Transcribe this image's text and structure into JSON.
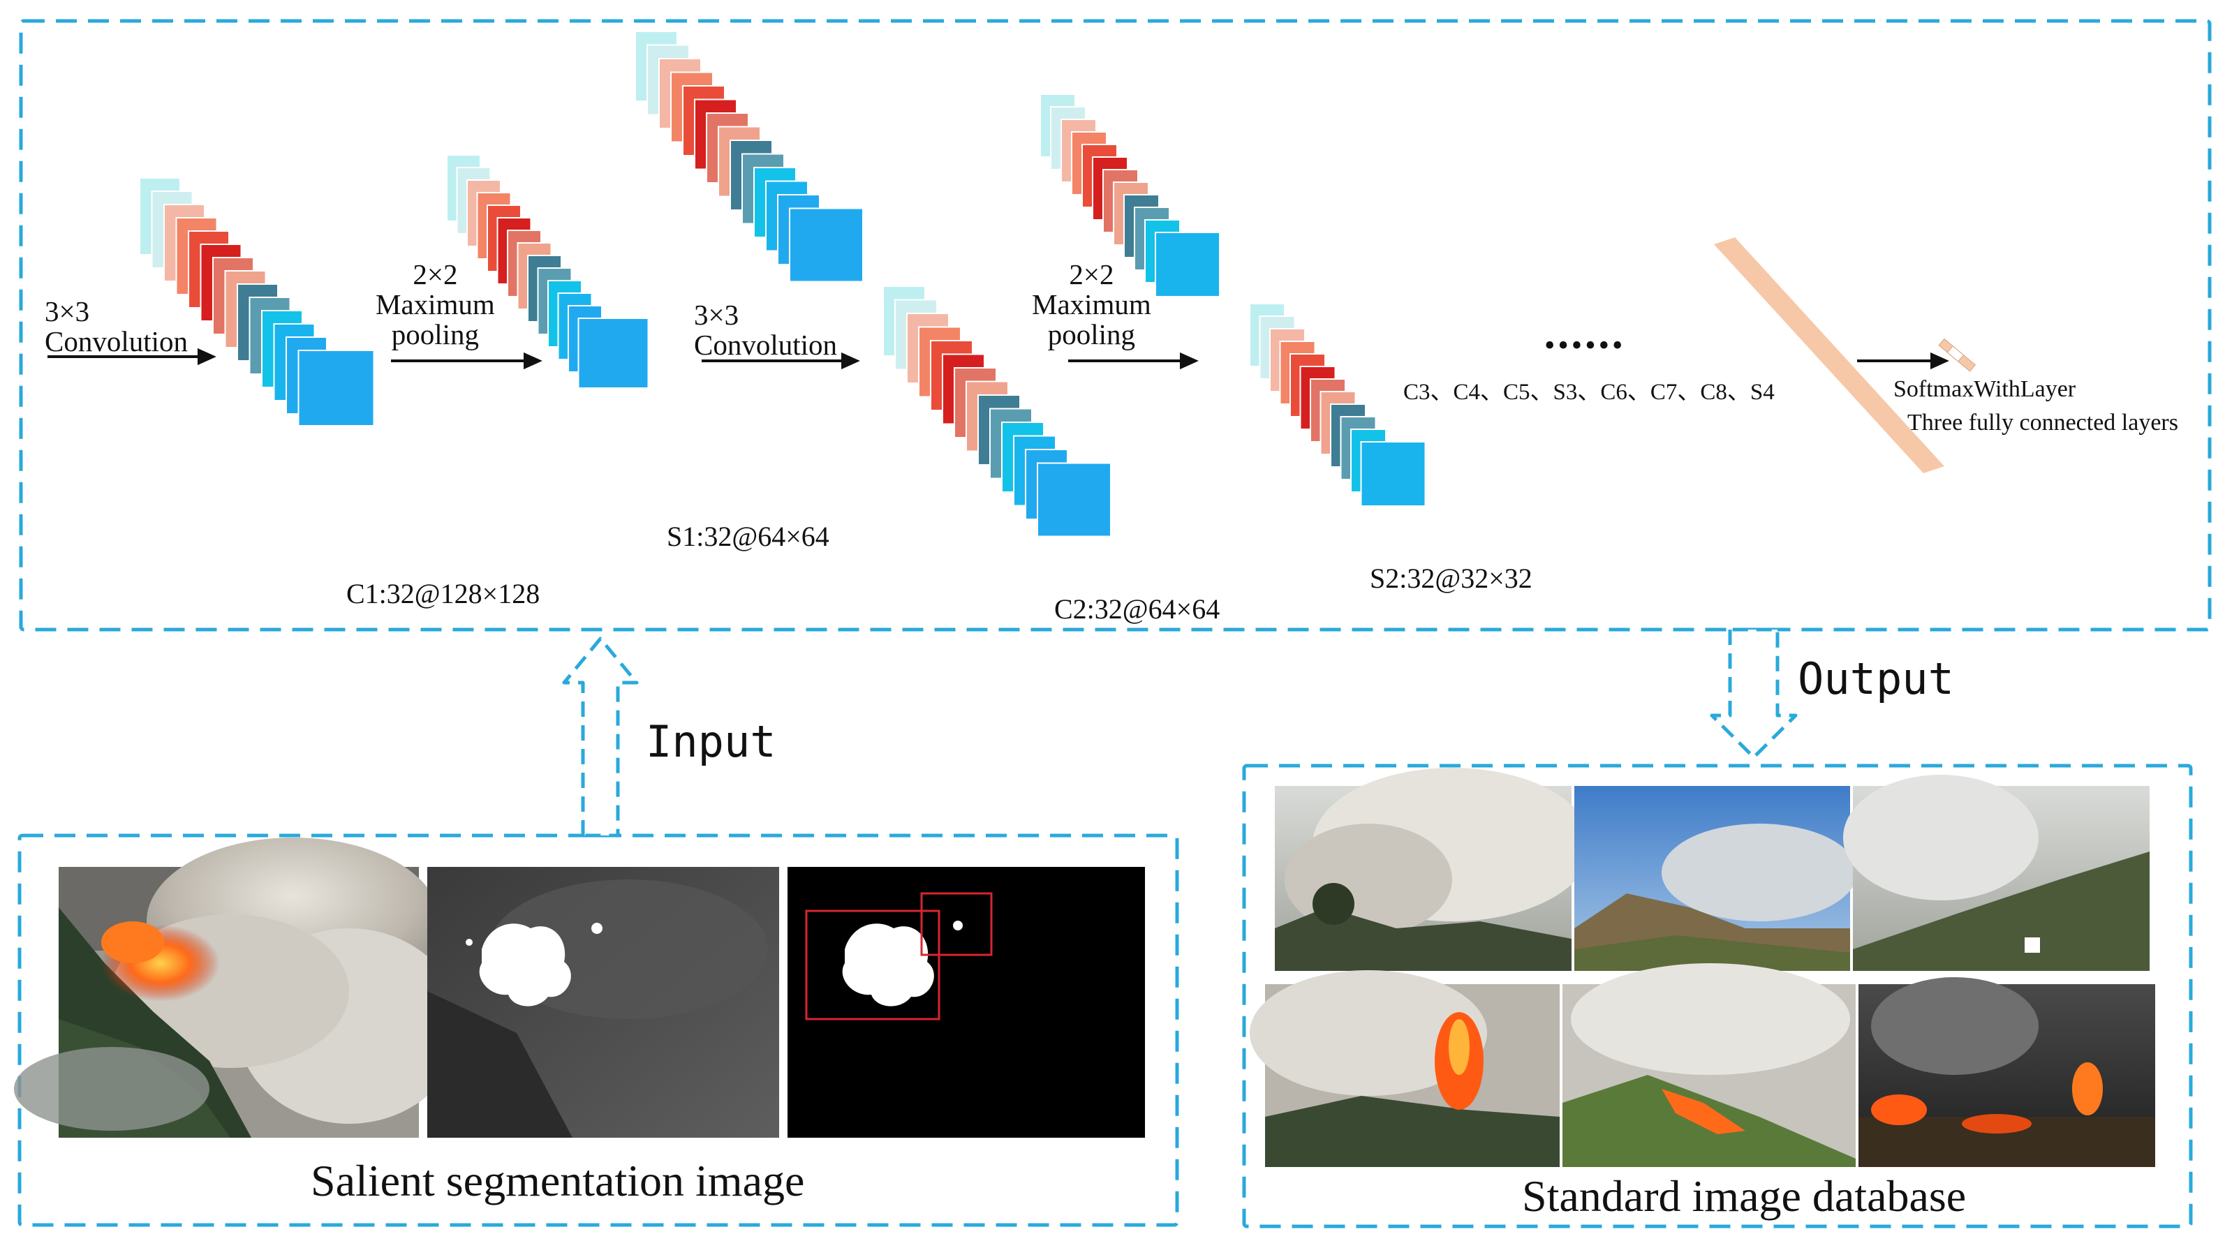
{
  "colors": {
    "dashed_border": "#29A9DB",
    "arrow_fill": "#ffffff",
    "layer_palette": [
      "#BDEFF1",
      "#CFEEEF",
      "#F5B7A5",
      "#F48466",
      "#E94D3A",
      "#D61F1F",
      "#E27465",
      "#F0A38C",
      "#3F7D94",
      "#5B9DB0",
      "#13C2E8",
      "#19B4EE",
      "#21A9F0"
    ],
    "fc_bar": "#F6C8A8",
    "bbox_red": "#D7262E"
  },
  "network": {
    "op_conv1": "3×3\nConvolution",
    "op_pool1": "2×2\nMaximum\npooling",
    "op_conv2": "3×3\nConvolution",
    "op_pool2": "2×2\nMaximum\npooling",
    "c1_label": "C1:32@128×128",
    "s1_label": "S1:32@64×64",
    "c2_label": "C2:32@64×64",
    "s2_label": "S2:32@32×32",
    "dots": "••••••",
    "more_layers": "C3、C4、C5、S3、C6、C7、C8、S4",
    "softmax": "SoftmaxWithLayer",
    "fc": "Three fully connected layers"
  },
  "flow": {
    "input_label": "Input",
    "output_label": "Output"
  },
  "panels": {
    "left_caption": "Salient segmentation image",
    "right_caption": "Standard image database"
  }
}
